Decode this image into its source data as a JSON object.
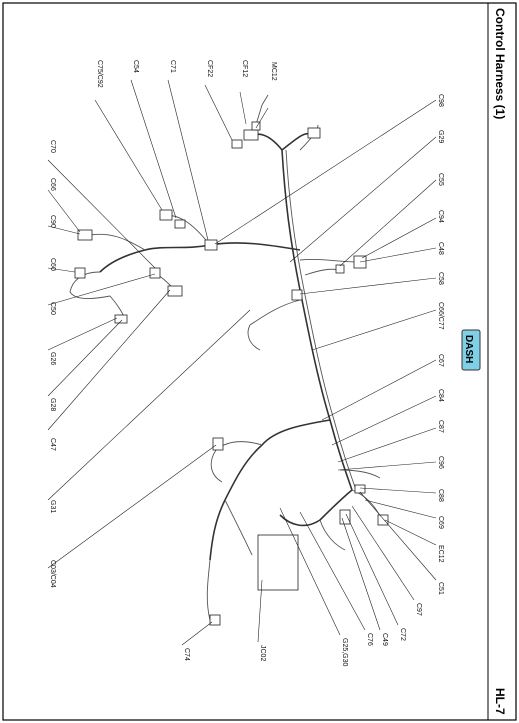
{
  "page": {
    "title": "Control Harness (1)",
    "page_number": "HL-7",
    "section_badge": "DASH"
  },
  "colors": {
    "badge_fill": "#7fd0e6",
    "badge_text": "#1a1a1a",
    "line": "#222222"
  },
  "labels": {
    "mc12": "MC12",
    "cf12": "CF12",
    "cf22": "CF22",
    "c71": "C71",
    "c54": "C54",
    "c75c92": "C75/C92",
    "c70": "C70",
    "c66": "C66",
    "c90": "C90",
    "c60": "C60",
    "c50": "C50",
    "g26": "G26",
    "g28": "G28",
    "c47": "C47",
    "g31": "G31",
    "c03c04": "C03/C04",
    "c74": "C74",
    "jc02": "JC02",
    "g25g30": "G25,G30",
    "c76": "C76",
    "c49": "C49",
    "c72": "C72",
    "c97": "C97",
    "c51": "C51",
    "ec12": "EC12",
    "c69": "C69",
    "c88": "C88",
    "c96": "C96",
    "c87": "C87",
    "c84": "C84",
    "c67": "C67",
    "c66c77": "C66/C77",
    "c58": "C58",
    "c48": "C48",
    "c94": "C94",
    "c55": "C55",
    "g29": "G29",
    "c98": "C98"
  }
}
